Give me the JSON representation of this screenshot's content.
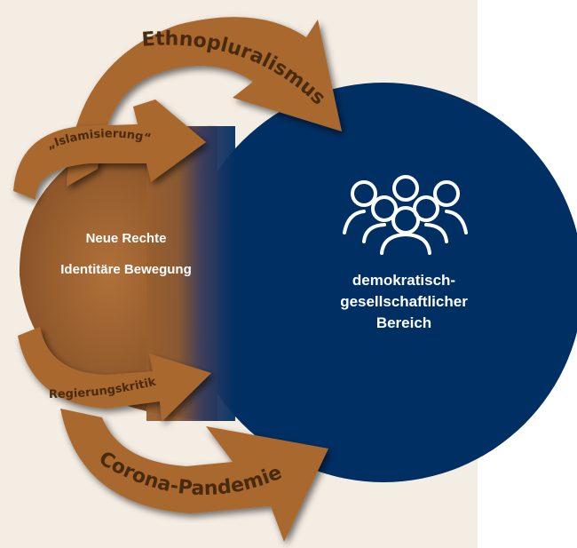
{
  "colors": {
    "background": "#f4ede4",
    "democratic_circle": "#002f63",
    "right_circle": "#9a5f2e",
    "arrow_fill": "#a8682f",
    "arrow_text": "#4a2a0e"
  },
  "left_circle": {
    "line1": "Neue Rechte",
    "line2": "Identitäre Bewegung"
  },
  "right_circle": {
    "icon": "people-group-icon",
    "line1": "demokratisch-",
    "line2": "gesellschaftlicher",
    "line3": "Bereich"
  },
  "arrows": {
    "ethnopluralismus": "Ethnopluralismus",
    "islamisierung": "„Islamisierung“",
    "regierungskritik": "Regierungskritik",
    "corona": "Corona-Pandemie"
  }
}
